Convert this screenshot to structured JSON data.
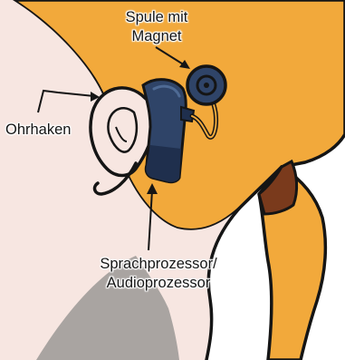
{
  "labels": {
    "coil_line1": "Spule mit",
    "coil_line2": "Magnet",
    "ear_hook": "Ohrhaken",
    "processor_line1": "Sprachprozessor/",
    "processor_line2": "Audioprozessor"
  },
  "colors": {
    "hair": "#F2A93B",
    "skin": "#F7E6E1",
    "skin_shadow": "#A9A4A1",
    "device": "#2F4468",
    "device_dark": "#1F2F4D",
    "collar": "#7A3A1C",
    "outline": "#151515"
  }
}
